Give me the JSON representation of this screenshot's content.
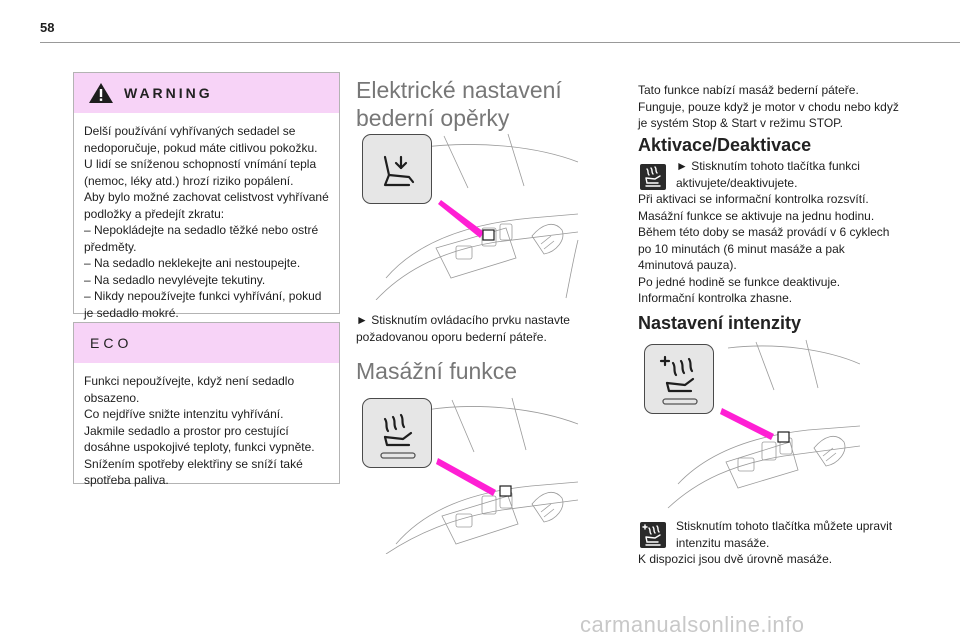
{
  "page": {
    "number": "58",
    "watermark": "carmanualsonline.info"
  },
  "warning": {
    "title": "WARNING",
    "lines": [
      "Delší používání vyhřívaných sedadel se",
      "nedoporučuje, pokud máte citlivou pokožku.",
      "U lidí se sníženou schopností vnímání tepla",
      "(nemoc, léky atd.) hrozí riziko popálení.",
      "Aby bylo možné zachovat celistvost vyhřívané",
      "podložky a předejít zkratu:",
      "–  Nepokládejte na sedadlo těžké nebo ostré",
      "předměty.",
      "–  Na sedadlo neklekejte ani nestoupejte.",
      "–  Na sedadlo nevylévejte tekutiny.",
      "–  Nikdy nepoužívejte funkci vyhřívání, pokud",
      "je sedadlo mokré."
    ]
  },
  "eco": {
    "title": "ECO",
    "lines": [
      "Funkci nepoužívejte, když není sedadlo",
      "obsazeno.",
      "Co nejdříve snižte intenzitu vyhřívání.",
      "Jakmile sedadlo a prostor pro cestující",
      "dosáhne uspokojivé teploty, funkci vypněte.",
      "Snížením spotřeby elektřiny se sníží také",
      "spotřeba paliva."
    ]
  },
  "lumbar": {
    "heading_line1": "Elektrické nastavení",
    "heading_line2": "bederní opěrky",
    "instruction_line1": "►  Stisknutím ovládacího prvku nastavte",
    "instruction_line2": "požadovanou oporu bederní páteře."
  },
  "massage": {
    "heading": "Masážní funkce",
    "intro": [
      "Tato funkce nabízí masáž bederní páteře.",
      "Funguje, pouze když je motor v chodu nebo když",
      "je systém Stop & Start v režimu STOP."
    ]
  },
  "activation": {
    "heading": "Aktivace/Deaktivace",
    "icon_lines": [
      "►  Stisknutím tohoto tlačítka funkci",
      "aktivujete/deaktivujete."
    ],
    "lines": [
      "Při aktivaci se informační kontrolka rozsvítí.",
      "Masážní funkce se aktivuje na jednu hodinu.",
      "Během této doby se masáž provádí v 6 cyklech",
      "po 10 minutách (6 minut masáže a pak",
      "4minutová pauza).",
      "Po jedné hodině se funkce deaktivuje.",
      "Informační kontrolka zhasne."
    ]
  },
  "intensity": {
    "heading": "Nastavení intenzity",
    "icon_lines": [
      "Stisknutím tohoto tlačítka můžete upravit",
      "intenzitu masáže."
    ],
    "line": "K dispozici jsou dvě úrovně masáže."
  },
  "colors": {
    "callout_pink": "#ff1fd4",
    "box_header": "#f7d3f7"
  },
  "icons": [
    "warning-triangle-icon",
    "lumbar-adjust-icon",
    "massage-icon",
    "massage-intensity-icon"
  ]
}
